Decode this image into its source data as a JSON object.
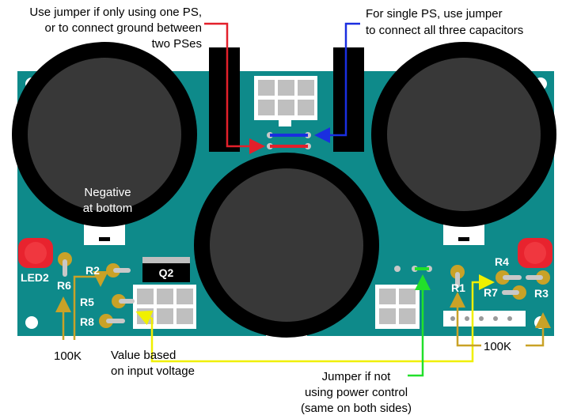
{
  "annotations": {
    "jumper_ground_line1": "Use jumper if only using one PS,",
    "jumper_ground_line2": "or to connect ground between",
    "jumper_ground_line3": "two PSes",
    "single_ps_line1": "For single PS, use jumper",
    "single_ps_line2": "to connect all three capacitors",
    "negative_line1": "Negative",
    "negative_line2": "at bottom",
    "value_line1": "Value based",
    "value_line2": "on input voltage",
    "power_ctrl_line1": "Jumper if not",
    "power_ctrl_line2": "using power control",
    "power_ctrl_line3": "(same on both sides)",
    "resistor_100k_left": "100K",
    "resistor_100k_right": "100K"
  },
  "components": {
    "led2": "LED2",
    "q2": "Q2",
    "r1": "R1",
    "r2": "R2",
    "r3": "R3",
    "r4": "R4",
    "r5": "R5",
    "r6": "R6",
    "r7": "R7",
    "r8": "R8"
  },
  "colors": {
    "board": "#0e8a8a",
    "capacitor": "#000000",
    "pad": "#c9a227",
    "led": "#e8232e",
    "arrow_red": "#e3202b",
    "arrow_blue": "#1a2ee0",
    "arrow_yellow": "#f0f000",
    "arrow_green": "#22e02a",
    "arrow_gold": "#c9a227"
  }
}
